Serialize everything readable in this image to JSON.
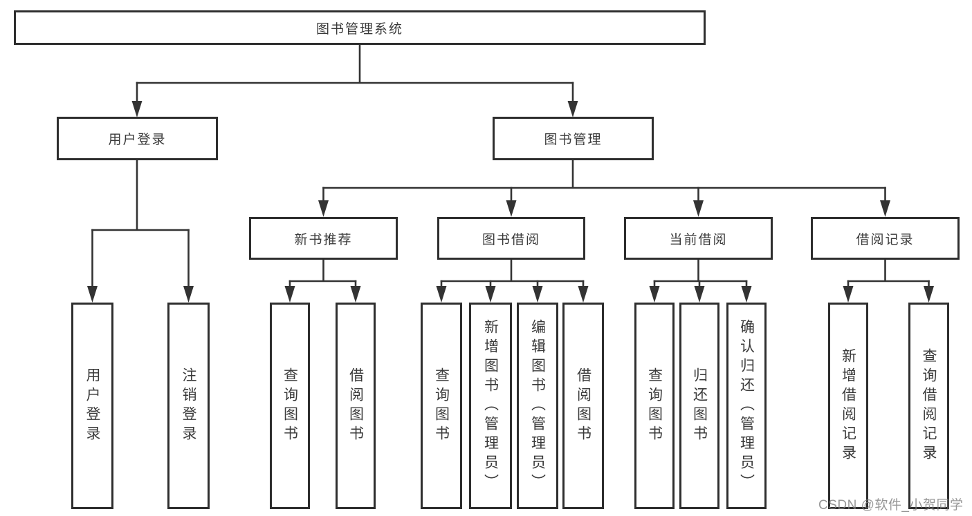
{
  "diagram": {
    "root": "图书管理系统",
    "branches": {
      "user_login": "用户登录",
      "book_mgmt": "图书管理"
    },
    "modules": {
      "new_books": "新书推荐",
      "book_borrow": "图书借阅",
      "current_borrow": "当前借阅",
      "borrow_records": "借阅记录"
    },
    "leaves": {
      "login": "用户登录",
      "logout": "注销登录",
      "nb_query": "查询图书",
      "nb_borrow": "借阅图书",
      "bb_query": "查询图书",
      "bb_add": "新增图书（管理员）",
      "bb_edit": "编辑图书（管理员）",
      "bb_borrow": "借阅图书",
      "cb_query": "查询图书",
      "cb_return": "归还图书",
      "cb_confirm": "确认归还（管理员）",
      "br_add": "新增借阅记录",
      "br_query": "查询借阅记录"
    },
    "watermark": "CSDN @软件_小贺同学",
    "colors": {
      "line": "#333333",
      "border": "#2e2e2e",
      "text": "#3a3a3a",
      "background": "#ffffff",
      "watermark": "#a6a6a6"
    }
  }
}
